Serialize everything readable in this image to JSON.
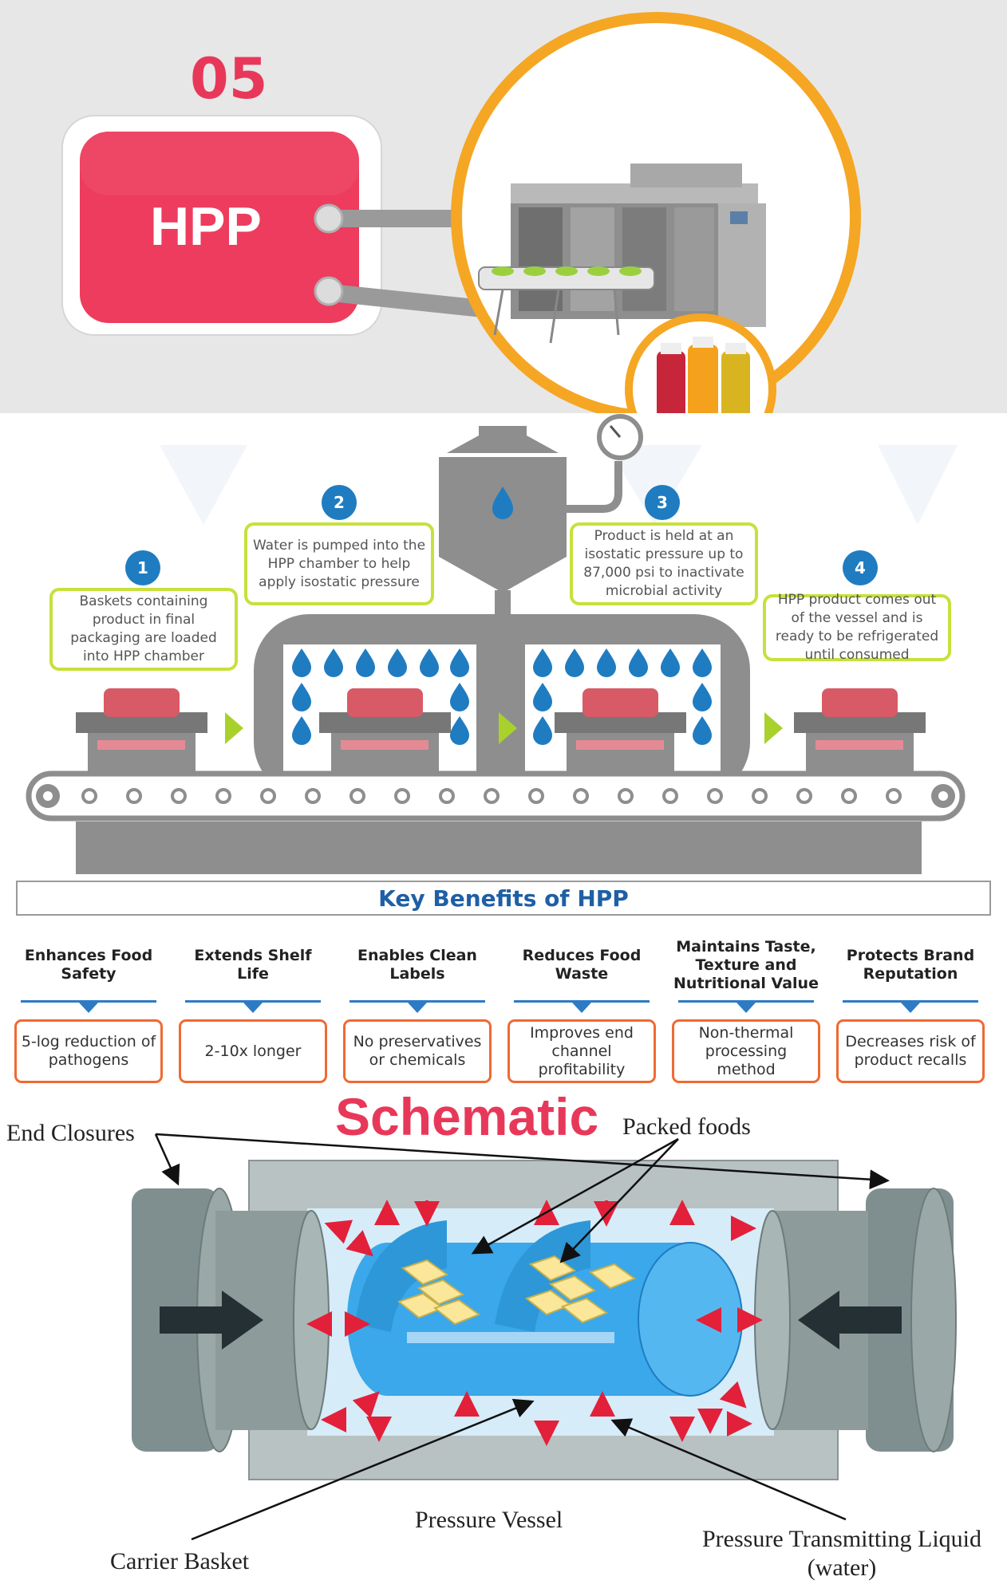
{
  "header": {
    "step_number": "05",
    "tag_label": "HPP"
  },
  "process": {
    "steps": [
      {
        "number": "1",
        "text": "Baskets containing product in final packaging are loaded into HPP chamber"
      },
      {
        "number": "2",
        "text": "Water is pumped into the HPP chamber to help apply isostatic pressure"
      },
      {
        "number": "3",
        "text": "Product is held at an isostatic pressure up to 87,000 psi to inactivate microbial activity"
      },
      {
        "number": "4",
        "text": "HPP product comes out of the vessel and is ready to be refrigerated until consumed"
      }
    ]
  },
  "benefits": {
    "title": "Key Benefits of HPP",
    "items": [
      {
        "heading": "Enhances Food Safety",
        "detail": "5-log reduction of pathogens"
      },
      {
        "heading": "Extends Shelf Life",
        "detail": "2-10x longer"
      },
      {
        "heading": "Enables Clean Labels",
        "detail": "No preservatives or chemicals"
      },
      {
        "heading": "Reduces Food Waste",
        "detail": "Improves end channel profitability"
      },
      {
        "heading": "Maintains Taste, Texture and Nutritional Value",
        "detail": "Non-thermal processing method"
      },
      {
        "heading": "Protects Brand Reputation",
        "detail": "Decreases risk of product recalls"
      }
    ]
  },
  "schematic": {
    "title": "Schematic",
    "labels": {
      "end_closures": "End Closures",
      "packed_foods": "Packed foods",
      "pressure_vessel": "Pressure Vessel",
      "carrier_basket": "Carrier Basket",
      "liquid_line1": "Pressure Transmitting Liquid",
      "liquid_line2": "(water)"
    }
  },
  "colors": {
    "accent_red": "#e8385a",
    "step_blue": "#1f7cc1",
    "box_green": "#c8e03c",
    "benefit_orange": "#ef6a32",
    "title_blue": "#1f5fa5",
    "machine_gray": "#8e8e8e",
    "ring_orange": "#f5a623",
    "liquid_blue": "#3aa8ea"
  }
}
